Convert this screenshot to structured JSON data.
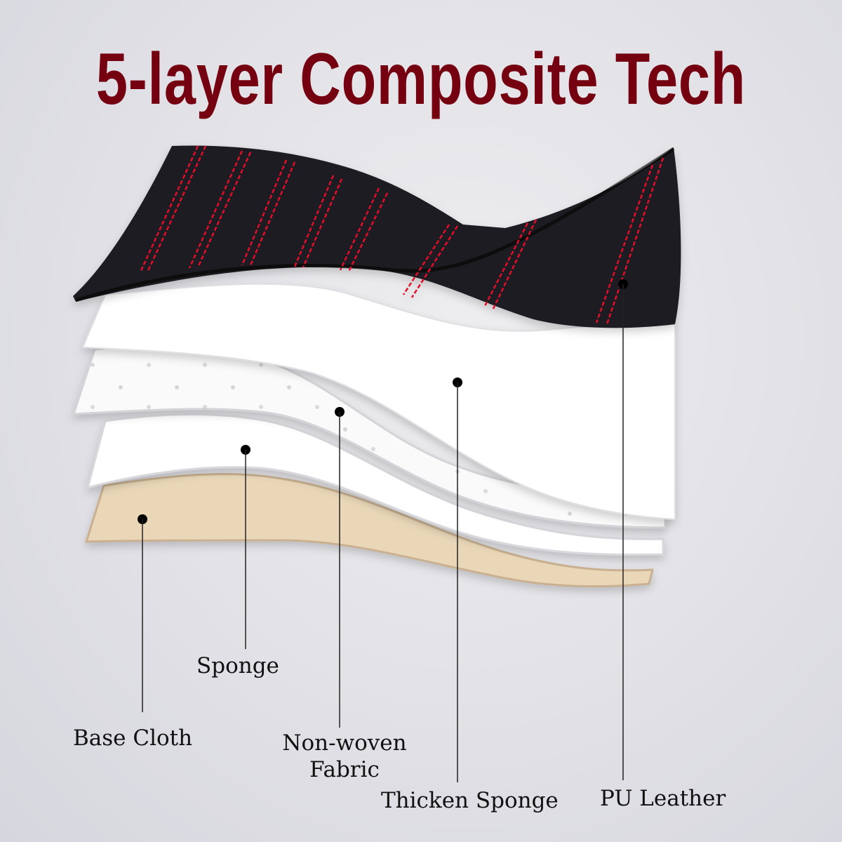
{
  "title": "5-layer Composite Tech",
  "colors": {
    "title": "#740010",
    "background": "#e2e2e7",
    "leather": "#1c1c20",
    "stitching": "#e0102a",
    "sponge": "#ffffff",
    "base_cloth": "#e8d4b4",
    "callout": "#000000"
  },
  "layers": [
    {
      "id": "pu-leather",
      "label": "PU Leather"
    },
    {
      "id": "thicken-sponge",
      "label": "Thicken Sponge"
    },
    {
      "id": "non-woven-fabric",
      "label_line1": "Non-woven",
      "label_line2": "Fabric"
    },
    {
      "id": "sponge",
      "label": "Sponge"
    },
    {
      "id": "base-cloth",
      "label": "Base Cloth"
    }
  ]
}
